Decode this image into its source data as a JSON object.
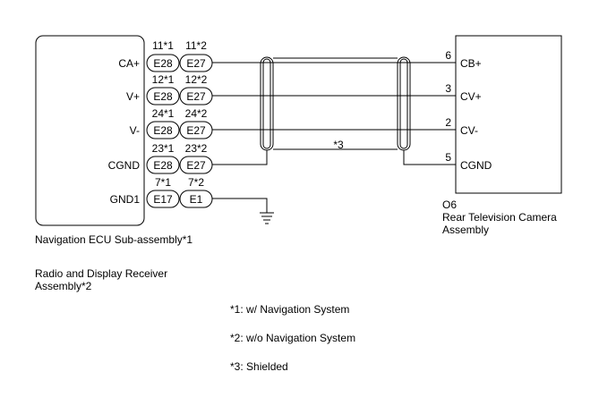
{
  "left_component": {
    "pins": [
      {
        "name": "CA+",
        "num1": "11*1",
        "num2": "11*2",
        "conn1": "E28",
        "conn2": "E27"
      },
      {
        "name": "V+",
        "num1": "12*1",
        "num2": "12*2",
        "conn1": "E28",
        "conn2": "E27"
      },
      {
        "name": "V-",
        "num1": "24*1",
        "num2": "24*2",
        "conn1": "E28",
        "conn2": "E27"
      },
      {
        "name": "CGND",
        "num1": "23*1",
        "num2": "23*2",
        "conn1": "E28",
        "conn2": "E27"
      },
      {
        "name": "GND1",
        "num1": "7*1",
        "num2": "7*2",
        "conn1": "E17",
        "conn2": "E1"
      }
    ],
    "label_nav": "Navigation ECU Sub-assembly*1",
    "label_radio_line1": "Radio and Display Receiver",
    "label_radio_line2": "Assembly*2"
  },
  "right_component": {
    "code": "O6",
    "name_line1": "Rear Television Camera",
    "name_line2": "Assembly",
    "pins": [
      {
        "num": "6",
        "name": "CB+"
      },
      {
        "num": "3",
        "name": "CV+"
      },
      {
        "num": "2",
        "name": "CV-"
      },
      {
        "num": "5",
        "name": "CGND"
      }
    ]
  },
  "shield_label": "*3",
  "notes": [
    "*1: w/ Navigation System",
    "*2: w/o Navigation System",
    "*3: Shielded"
  ]
}
